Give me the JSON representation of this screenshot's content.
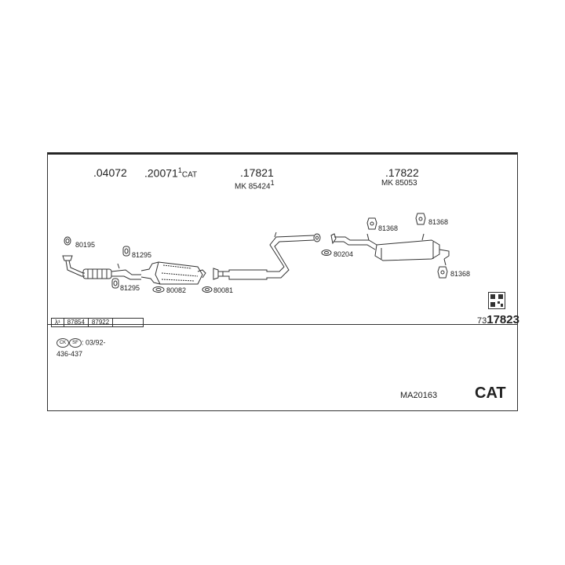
{
  "parts": {
    "p04072": ".04072",
    "p20071": ".20071",
    "p20071_sup": "1",
    "p20071_cat": "CAT",
    "p17821": ".17821",
    "mk85424": "MK 85424",
    "mk85424_sup": "1",
    "p17822": ".17822",
    "mk85053": "MK 85053"
  },
  "small_parts": {
    "p80195": "80195",
    "p81295a": "81295",
    "p81295b": "81295",
    "p80082": "80082",
    "p80081": "80081",
    "p80204": "80204",
    "p81368a": "81368",
    "p81368b": "81368",
    "p81368c": "81368"
  },
  "lambda_table": {
    "label": "λ¹",
    "c1": "87854",
    "c2": "87922",
    "c3": ""
  },
  "ref_prefix": "73",
  "ref_number": "17823",
  "applicability": {
    "icon1": "CK",
    "icon2": "SF",
    "date": ": 03/92-",
    "range": "436-437"
  },
  "model_code": "MA20163",
  "cat_label": "CAT",
  "colors": {
    "line": "#333333",
    "text": "#222222"
  }
}
